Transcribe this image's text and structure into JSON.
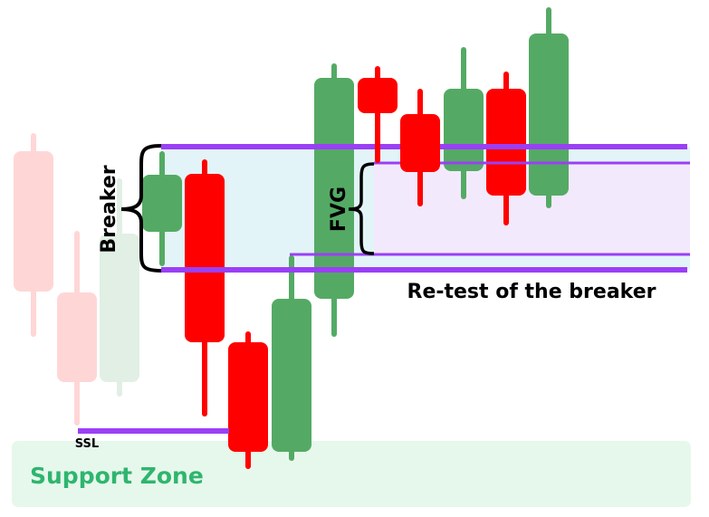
{
  "chart_data": {
    "type": "candlestick",
    "title": "",
    "xlabel": "",
    "ylabel": "",
    "grid": false,
    "colors": {
      "bullish": "#54aa64",
      "bearish": "#ff0000",
      "bullish_faded": "#e1efe5",
      "bearish_faded": "#ffd6d6",
      "level_line": "#9b3ff6",
      "breaker_zone": "#e2f4f8",
      "fvg_zone": "#f3e9fc",
      "support_zone": "#e6f8eb",
      "support_text": "#2fb56f",
      "annotation_text": "#000000"
    },
    "ylim": [
      0,
      571
    ],
    "y_note": "price units are relative (higher value = higher price); scale inferred from chart position",
    "candles": [
      {
        "index": 1,
        "direction": "bearish",
        "faded": true,
        "open": 404,
        "close": 249,
        "high": 424,
        "low": 199
      },
      {
        "index": 2,
        "direction": "bearish",
        "faded": true,
        "open": 248,
        "close": 149,
        "high": 316,
        "low": 101
      },
      {
        "index": 3,
        "direction": "bullish",
        "faded": true,
        "open": 149,
        "close": 313,
        "high": 374,
        "low": 133
      },
      {
        "index": 4,
        "direction": "bullish",
        "faded": false,
        "open": 315,
        "close": 378,
        "high": 404,
        "low": 277
      },
      {
        "index": 5,
        "direction": "bearish",
        "faded": false,
        "open": 379,
        "close": 193,
        "high": 395,
        "low": 111
      },
      {
        "index": 6,
        "direction": "bearish",
        "faded": false,
        "open": 193,
        "close": 72,
        "high": 205,
        "low": 53
      },
      {
        "index": 7,
        "direction": "bullish",
        "faded": false,
        "open": 72,
        "close": 241,
        "high": 289,
        "low": 62
      },
      {
        "index": 8,
        "direction": "bullish",
        "faded": false,
        "open": 241,
        "close": 485,
        "high": 501,
        "low": 199
      },
      {
        "index": 9,
        "direction": "bearish",
        "faded": false,
        "open": 485,
        "close": 446,
        "high": 498,
        "low": 391
      },
      {
        "index": 10,
        "direction": "bearish",
        "faded": false,
        "open": 445,
        "close": 381,
        "high": 473,
        "low": 343
      },
      {
        "index": 11,
        "direction": "bullish",
        "faded": false,
        "open": 382,
        "close": 473,
        "high": 519,
        "low": 351
      },
      {
        "index": 12,
        "direction": "bearish",
        "faded": false,
        "open": 473,
        "close": 355,
        "high": 492,
        "low": 322
      },
      {
        "index": 13,
        "direction": "bullish",
        "faded": false,
        "open": 355,
        "close": 534,
        "high": 563,
        "low": 341
      }
    ],
    "levels": {
      "breaker_top": 409,
      "breaker_bottom": 273,
      "fvg_top": 391,
      "fvg_bottom": 290,
      "ssl": 95,
      "support_zone_top": 84,
      "support_zone_bottom": 11
    },
    "annotations": {
      "breaker": "Breaker",
      "fvg": "FVG",
      "retest": "Re-test of the breaker",
      "ssl": "SSL",
      "support_zone": "Support Zone"
    }
  }
}
